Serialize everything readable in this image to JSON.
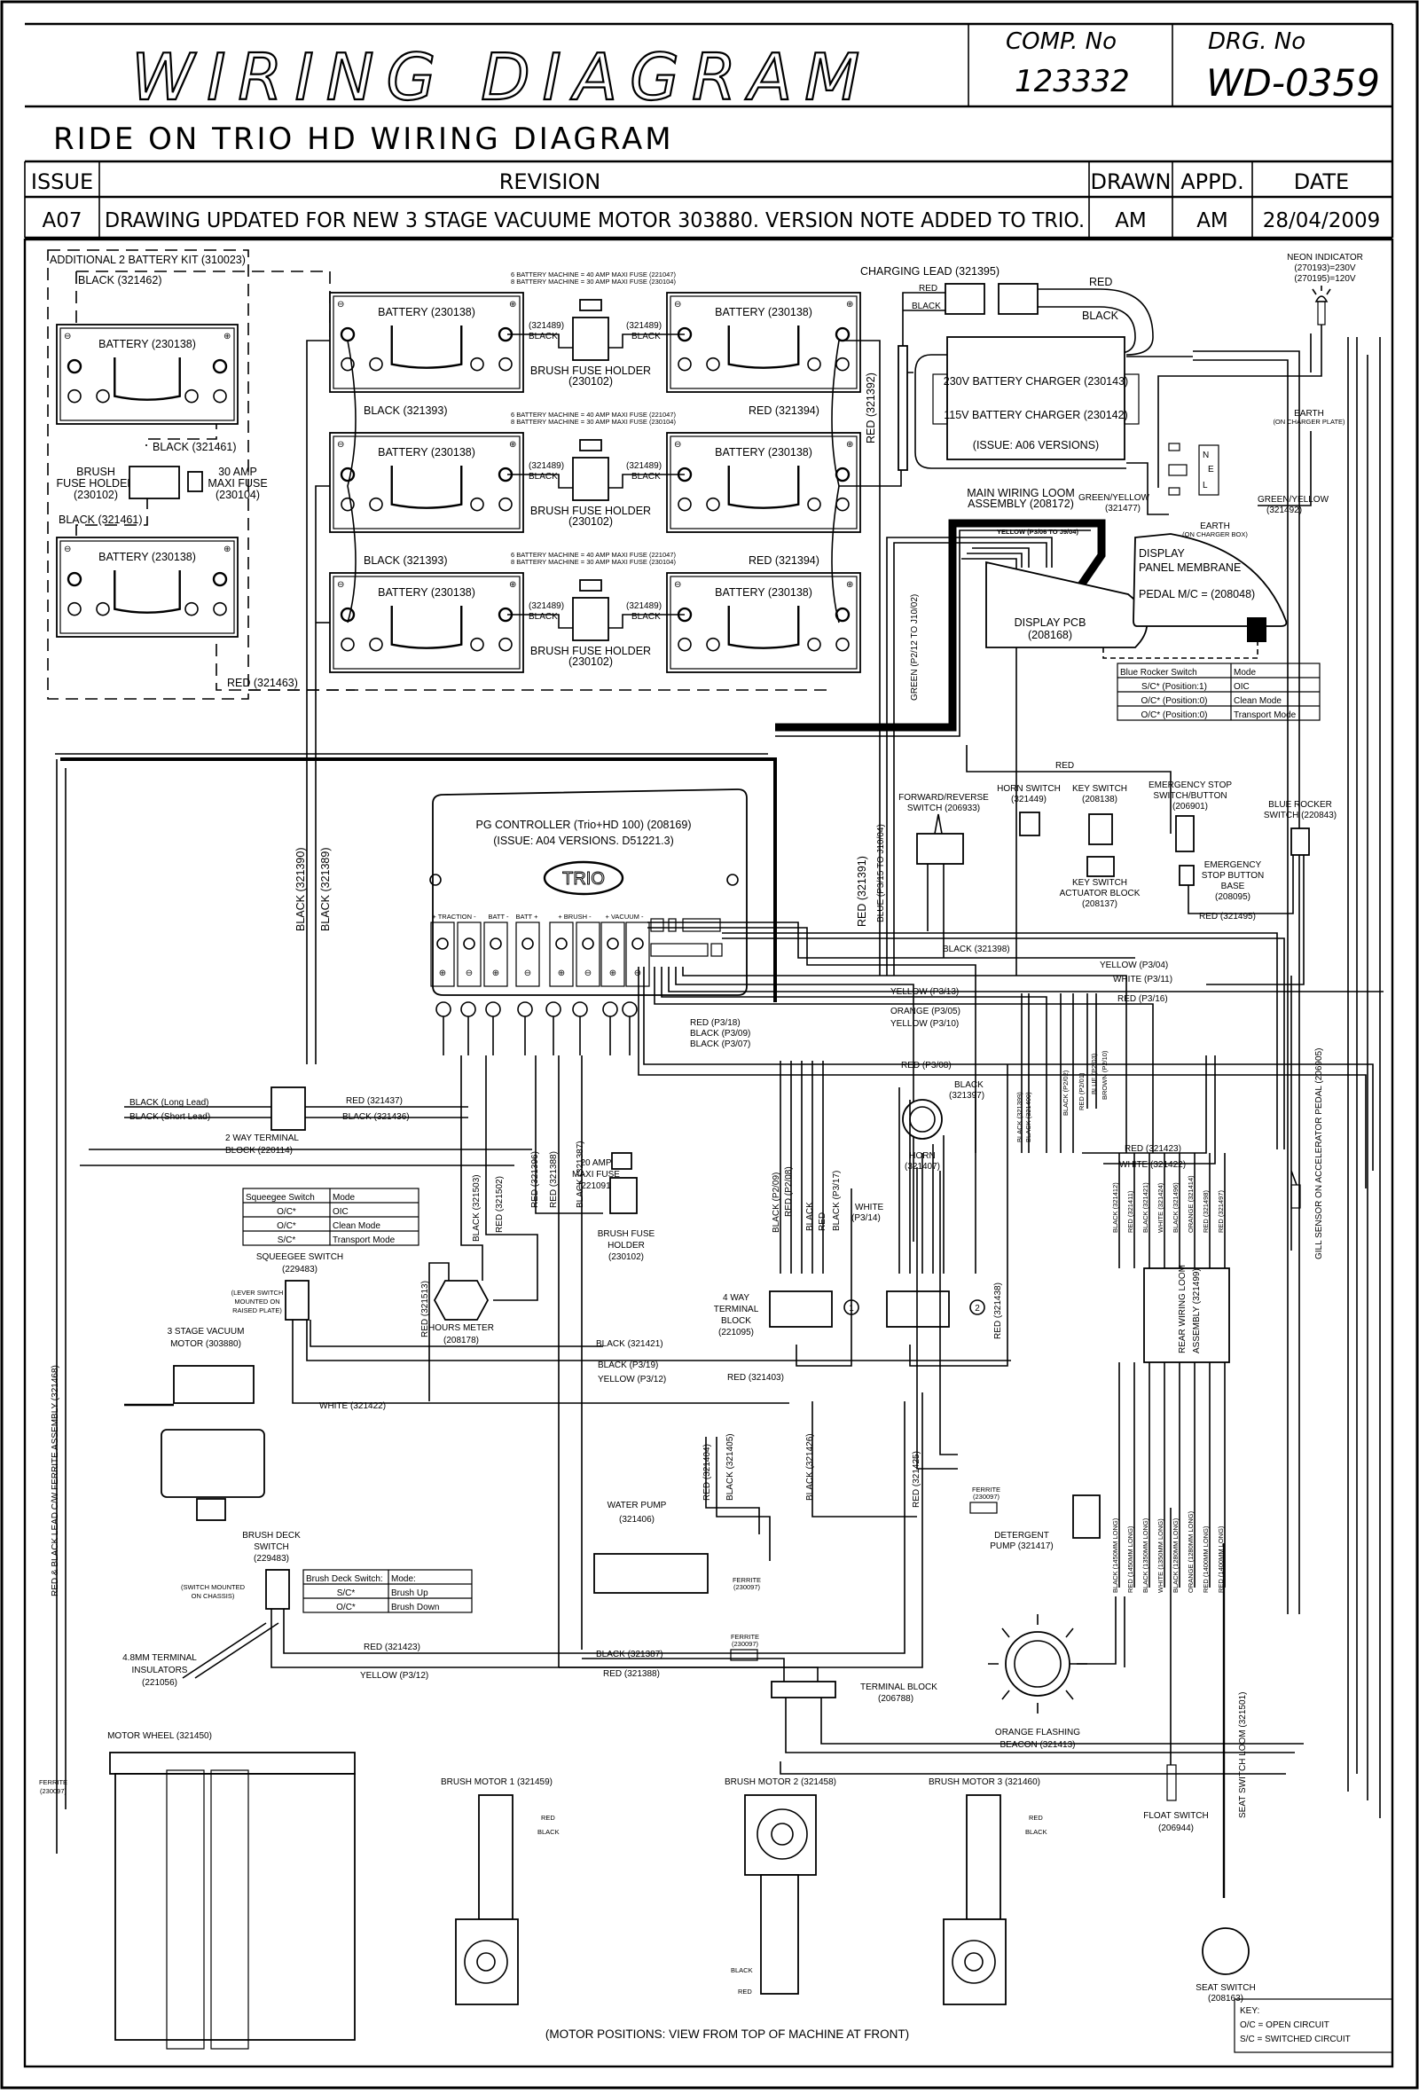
{
  "title_block": {
    "title": "WIRING DIAGRAM",
    "comp_no_label": "COMP. No",
    "comp_no": "123332",
    "drg_no_label": "DRG. No",
    "drg_no": "WD-0359",
    "subtitle": "RIDE ON TRIO HD WIRING DIAGRAM",
    "revision_headers": {
      "issue": "ISSUE",
      "revision": "REVISION",
      "drawn": "DRAWN",
      "appd": "APPD.",
      "date": "DATE"
    },
    "revision_row": {
      "issue": "A07",
      "revision": "DRAWING UPDATED FOR NEW 3 STAGE VACUUME MOTOR 303880. VERSION NOTE ADDED TO TRIO.",
      "drawn": "AM",
      "appd": "AM",
      "date": "28/04/2009"
    }
  },
  "battery_kit": {
    "title": "ADDITIONAL 2 BATTERY KIT (310023)",
    "black_top": "BLACK (321462)",
    "black_mid_1": "BLACK (321461)",
    "black_mid_2": "BLACK (321461)",
    "red_bottom": "RED (321463)",
    "fuse_holder": [
      "BRUSH",
      "FUSE HOLDER",
      "(230102)"
    ],
    "maxi_fuse": [
      "30 AMP",
      "MAXI FUSE",
      "(230104)"
    ]
  },
  "battery_label": "BATTERY (230138)",
  "fuse_note": [
    "6 BATTERY MACHINE = 40 AMP MAXI FUSE (221047)",
    "8 BATTERY MACHINE = 30 AMP MAXI FUSE (230104)"
  ],
  "fuse_link": {
    "code": "(321489)",
    "color": "BLACK"
  },
  "brush_fuse_holder": [
    "BRUSH FUSE HOLDER",
    "(230102)"
  ],
  "battery_wires": {
    "black_link": "BLACK (321393)",
    "red_link": "RED (321394)",
    "red_vertical": "RED (321392)",
    "black_321390": "BLACK (321390)",
    "black_321389": "BLACK (321389)"
  },
  "charger": {
    "charging_lead": "CHARGING LEAD (321395)",
    "red": "RED",
    "black": "BLACK",
    "line1": "230V BATTERY CHARGER (230143)",
    "line2": "115V BATTERY CHARGER (230142)",
    "line3": "(ISSUE: A06 VERSIONS)",
    "neon": [
      "NEON INDICATOR",
      "(270193)=230V",
      "(270195)=120V"
    ],
    "earth_plate": [
      "EARTH",
      "(ON CHARGER PLATE)"
    ],
    "earth_box": [
      "EARTH",
      "(ON CHARGER BOX)"
    ],
    "gy_left": [
      "GREEN/YELLOW",
      "(321477)"
    ],
    "gy_right": [
      "GREEN/YELLOW",
      "(321492)"
    ],
    "socket": [
      "N",
      "E",
      "L"
    ]
  },
  "main_loom": {
    "title": [
      "MAIN WIRING LOOM",
      "ASSEMBLY (208172)"
    ],
    "yellow": "YELLOW (P3/06 TO J9/04)",
    "green": "GREEN (P2/12 TO J10/02)",
    "blue": "BLUE (P3/15 TO J10/04)",
    "red_321391": "RED (321391)",
    "red": "RED"
  },
  "display": {
    "pcb": [
      "DISPLAY PCB",
      "(208168)"
    ],
    "membrane": [
      "DISPLAY",
      "PANEL MEMBRANE",
      "PEDAL M/C = (208048)"
    ]
  },
  "blue_rocker_table": {
    "headers": [
      "Blue Rocker Switch",
      "Mode"
    ],
    "rows": [
      [
        "S/C* (Position:1)",
        "OIC"
      ],
      [
        "O/C* (Position:0)",
        "Clean Mode"
      ],
      [
        "O/C* (Position:0)",
        "Transport Mode"
      ]
    ]
  },
  "controller": {
    "title": "PG CONTROLLER (Trio+HD 100) (208169)",
    "issue": "(ISSUE: A04 VERSIONS. D51221.3)",
    "logo": "TRIO",
    "terminals": [
      "+ TRACTION -",
      "BATT -",
      "BATT +",
      "+ BRUSH -",
      "+ VACUUM -"
    ],
    "wires": [
      "RED (P3/18)",
      "BLACK (P3/09)",
      "BLACK (P3/07)"
    ]
  },
  "switches": {
    "fwd_rev": [
      "FORWARD/REVERSE",
      "SWITCH (206933)"
    ],
    "horn": [
      "HORN SWITCH",
      "(321449)"
    ],
    "key": [
      "KEY SWITCH",
      "(208138)"
    ],
    "key_block": [
      "KEY SWITCH",
      "ACTUATOR BLOCK",
      "(208137)"
    ],
    "estop": [
      "EMERGENCY STOP",
      "SWITCH/BUTTON",
      "(206901)"
    ],
    "estop_base": [
      "EMERGENCY",
      "STOP BUTTON",
      "BASE",
      "(208095)"
    ],
    "blue_rocker": [
      "BLUE ROCKER",
      "SWITCH (220843)"
    ],
    "wires": [
      "BLACK (321398)",
      "YELLOW (P3/04)",
      "WHITE (P3/11)",
      "RED (P3/16)",
      "YELLOW (P3/13)",
      "ORANGE (P3/05)",
      "YELLOW (P3/10)",
      "RED (321495)"
    ]
  },
  "terminal_2way": {
    "left": [
      "BLACK (Long Lead)",
      "BLACK (Short Lead)"
    ],
    "right": [
      "RED (321437)",
      "BLACK (321436)"
    ],
    "title": [
      "2 WAY TERMINAL",
      "BLOCK (220114)"
    ]
  },
  "squeegee_table": {
    "headers": [
      "Squeegee Switch",
      "Mode"
    ],
    "rows": [
      [
        "O/C*",
        "OIC"
      ],
      [
        "O/C*",
        "Clean Mode"
      ],
      [
        "S/C*",
        "Transport Mode"
      ]
    ]
  },
  "squeegee_switch": {
    "title": [
      "SQUEEGEE SWITCH",
      "(229483)"
    ],
    "note": [
      "(LEVER SWITCH",
      "MOUNTED ON",
      "RAISED PLATE)"
    ]
  },
  "vacuum_motor": [
    "3 STAGE VACUUM",
    "MOTOR (303880)"
  ],
  "hours_meter": [
    "HOURS METER",
    "(208178)"
  ],
  "middle_wires": {
    "black_321503": "BLACK (321503)",
    "red_321502": "RED (321502)",
    "red_321513": "RED (321513)",
    "red_321396": "RED (321396)",
    "red_321388": "RED (321388)",
    "black_321387": "BLACK (321387)",
    "black_321421": "BLACK (321421)",
    "black_p3_19": "BLACK (P3/19)",
    "yellow_p3_12": "YELLOW (P3/12)",
    "white_321422": "WHITE (321422)",
    "red_321403": "RED (321403)",
    "red_p3_08": "RED (P3/08)"
  },
  "maxi_fuse_20": [
    "20 AMP",
    "MAXI FUSE",
    "(221091)"
  ],
  "brush_fuse_holder_2": [
    "BRUSH FUSE",
    "HOLDER",
    "(230102)"
  ],
  "horn": {
    "title": [
      "HORN",
      "(321407)"
    ],
    "black": [
      "BLACK",
      "(321397)"
    ]
  },
  "terminal_4way": {
    "title": [
      "4 WAY",
      "TERMINAL",
      "BLOCK",
      "(221095)"
    ],
    "wires": [
      "BLACK (P2/09)",
      "RED (P2/08)",
      "BLACK",
      "RED",
      "BLACK (P3/17)",
      "WHITE",
      "(P3/14)"
    ],
    "markers": [
      "1",
      "2"
    ],
    "red_321438": "RED (321438)"
  },
  "rear_wires_top": [
    "BLACK (321399)",
    "BLACK (321400)",
    "BLACK (P2/02)",
    "RED (P2/01)",
    "BLUE (P2/03)",
    "BROWN (P2/10)",
    "RED (321423)",
    "WHITE (321422)"
  ],
  "rear_loom": {
    "title": [
      "REAR WIRING LOOM",
      "ASSEMBLY (321499)"
    ],
    "inputs": [
      "BLACK (321412)",
      "RED (321411)",
      "BLACK (321421)",
      "WHITE (321424)",
      "BLACK (321496)",
      "ORANGE (321414)",
      "RED (321498)",
      "RED (321497)"
    ],
    "outputs": [
      "BLACK (1450MM LONG)",
      "RED (1450MM LONG)",
      "BLACK (1350MM LONG)",
      "WHITE (1350MM LONG)",
      "BLACK (1280MM LONG)",
      "ORANGE (1280MM LONG)",
      "RED (1400MM LONG)",
      "RED (1400MM LONG)"
    ]
  },
  "gill_sensor": "GILL SENSOR ON ACCELERATOR PEDAL (206905)",
  "ferrite_label": [
    "FERRITE",
    "(230097)"
  ],
  "detergent_pump": [
    "DETERGENT",
    "PUMP (321417)"
  ],
  "water_pump": {
    "title": [
      "WATER PUMP",
      "(321406)"
    ],
    "wires": [
      "RED (321404)",
      "BLACK (321405)"
    ]
  },
  "lower_wires": [
    "BLACK (321426)",
    "RED (321425)",
    "BLACK (321387)",
    "RED (321388)",
    "RED (321423)",
    "YELLOW (P3/12)",
    "WHITE (321422)"
  ],
  "brush_deck": {
    "title": [
      "BRUSH DECK",
      "SWITCH",
      "(229483)"
    ],
    "note": [
      "(SWITCH MOUNTED",
      "ON CHASSIS)"
    ],
    "table_headers": [
      "Brush Deck Switch:",
      "Mode:"
    ],
    "table_rows": [
      [
        "S/C*",
        "Brush Up"
      ],
      [
        "O/C*",
        "Brush Down"
      ]
    ],
    "insulators": [
      "4.8MM TERMINAL",
      "INSULATORS",
      "(221056)"
    ]
  },
  "ferrite_lead": "RED & BLACK LEAD C/W FERRITE ASSEMBLY (321468)",
  "terminal_block": [
    "TERMINAL BLOCK",
    "(206788)"
  ],
  "beacon": [
    "ORANGE FLASHING",
    "BEACON (321413)"
  ],
  "motor_wheel": "MOTOR WHEEL (321450)",
  "brush_motors": [
    "BRUSH MOTOR 1 (321459)",
    "BRUSH MOTOR 2 (321458)",
    "BRUSH MOTOR 3 (321460)"
  ],
  "float_switch": [
    "FLOAT SWITCH",
    "(206944)"
  ],
  "seat_switch": [
    "SEAT SWITCH",
    "(208163)"
  ],
  "seat_loom": "SEAT SWITCH LOOM (321501)",
  "motor_note": "(MOTOR POSITIONS: VIEW FROM TOP OF MACHINE AT FRONT)",
  "key": [
    "KEY:",
    "O/C = OPEN CIRCUIT",
    "S/C = SWITCHED CIRCUIT"
  ]
}
